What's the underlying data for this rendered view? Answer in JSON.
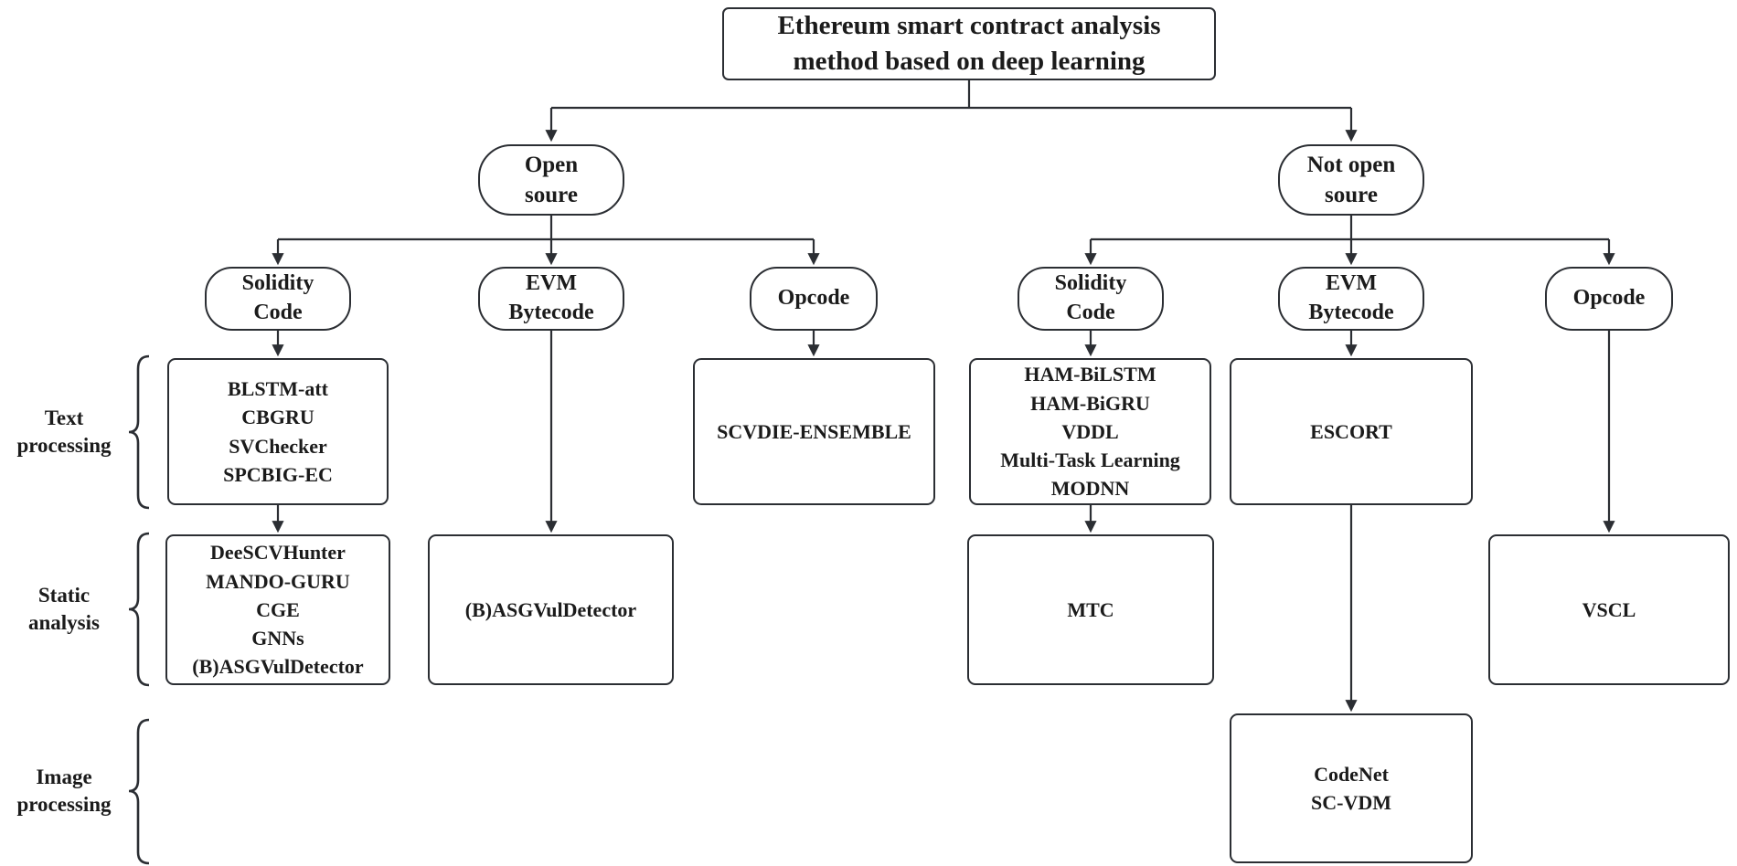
{
  "root": {
    "label": "Ethereum smart contract analysis\nmethod based on deep learning"
  },
  "branches": {
    "open": {
      "label": "Open\nsoure"
    },
    "not_open": {
      "label": "Not open\nsoure"
    }
  },
  "inputs": {
    "open_solidity": {
      "label": "Solidity\nCode"
    },
    "open_evm": {
      "label": "EVM\nBytecode"
    },
    "open_opcode": {
      "label": "Opcode"
    },
    "closed_solidity": {
      "label": "Solidity\nCode"
    },
    "closed_evm": {
      "label": "EVM\nBytecode"
    },
    "closed_opcode": {
      "label": "Opcode"
    }
  },
  "rows": {
    "text_processing": {
      "label": "Text\nprocessing"
    },
    "static_analysis": {
      "label": "Static\nanalysis"
    },
    "image_processing": {
      "label": "Image\nprocessing"
    }
  },
  "methods": {
    "open_solidity_text": {
      "label": "BLSTM-att\nCBGRU\nSVChecker\nSPCBIG-EC"
    },
    "open_solidity_static": {
      "label": "DeeSCVHunter\nMANDO-GURU\nCGE\nGNNs\n(B)ASGVulDetector"
    },
    "open_evm_static": {
      "label": "(B)ASGVulDetector"
    },
    "open_opcode_text": {
      "label": "SCVDIE-ENSEMBLE"
    },
    "closed_solidity_text": {
      "label": "HAM-BiLSTM\nHAM-BiGRU\nVDDL\nMulti-Task Learning\nMODNN"
    },
    "closed_solidity_static": {
      "label": "MTC"
    },
    "closed_evm_text": {
      "label": "ESCORT"
    },
    "closed_evm_image": {
      "label": "CodeNet\nSC-VDM"
    },
    "closed_opcode_static": {
      "label": "VSCL"
    }
  },
  "colors": {
    "line": "#2b2e33",
    "text": "#1b1b1b",
    "background": "#ffffff"
  }
}
